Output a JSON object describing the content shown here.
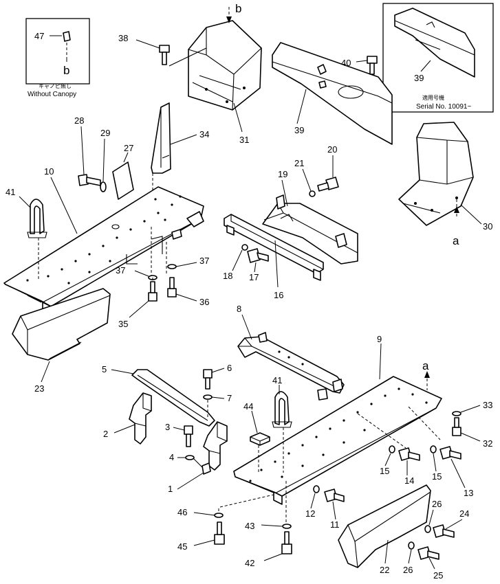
{
  "labels": {
    "p1": "1",
    "p2": "2",
    "p3": "3",
    "p4": "4",
    "p5": "5",
    "p6": "6",
    "p7": "7",
    "p8": "8",
    "p9": "9",
    "p10": "10",
    "p11": "11",
    "p12": "12",
    "p13": "13",
    "p14": "14",
    "p15a": "15",
    "p15b": "15",
    "p16": "16",
    "p17": "17",
    "p18": "18",
    "p19": "19",
    "p20": "20",
    "p21": "21",
    "p22": "22",
    "p23": "23",
    "p24": "24",
    "p25": "25",
    "p26a": "26",
    "p26b": "26",
    "p27": "27",
    "p28": "28",
    "p29": "29",
    "p30": "30",
    "p31": "31",
    "p32": "32",
    "p33": "33",
    "p34": "34",
    "p35": "35",
    "p36": "36",
    "p37a": "37",
    "p37b": "37",
    "p38": "38",
    "p39a": "39",
    "p39b": "39",
    "p40": "40",
    "p41a": "41",
    "p41b": "41",
    "p42": "42",
    "p43": "43",
    "p44": "44",
    "p45": "45",
    "p46": "46",
    "p47": "47"
  },
  "refs": {
    "a_top": "a",
    "a_bottom": "a",
    "b_top": "b",
    "b_inset": "b"
  },
  "notes": {
    "without_canopy_jp": "キャノピ無し",
    "without_canopy_en": "Without  Canopy",
    "serial_jp": "適用号機",
    "serial_en": "Serial No.  10091~"
  }
}
